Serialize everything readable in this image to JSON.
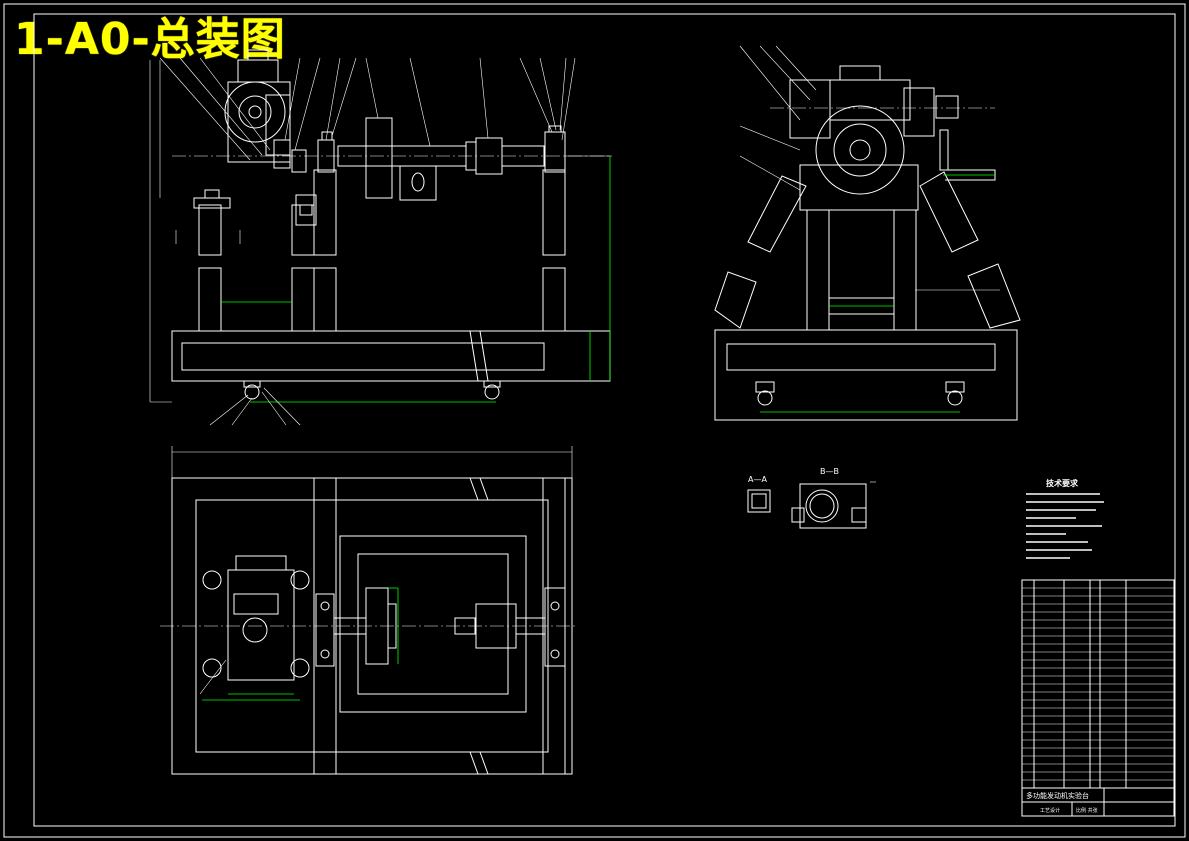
{
  "drawing": {
    "title": "1-A0-总装图",
    "section_label_aa": "A—A",
    "section_label_bb": "B—B",
    "tech_requirements_title": "技术要求",
    "title_block_name": "多功能发动机实验台",
    "title_block_sub1": "工艺设计",
    "title_block_sub2": "比例 共张",
    "colors": {
      "background": "#000000",
      "lines": "#ffffff",
      "dimensions": "#00ff00",
      "title": "#ffff00"
    }
  }
}
